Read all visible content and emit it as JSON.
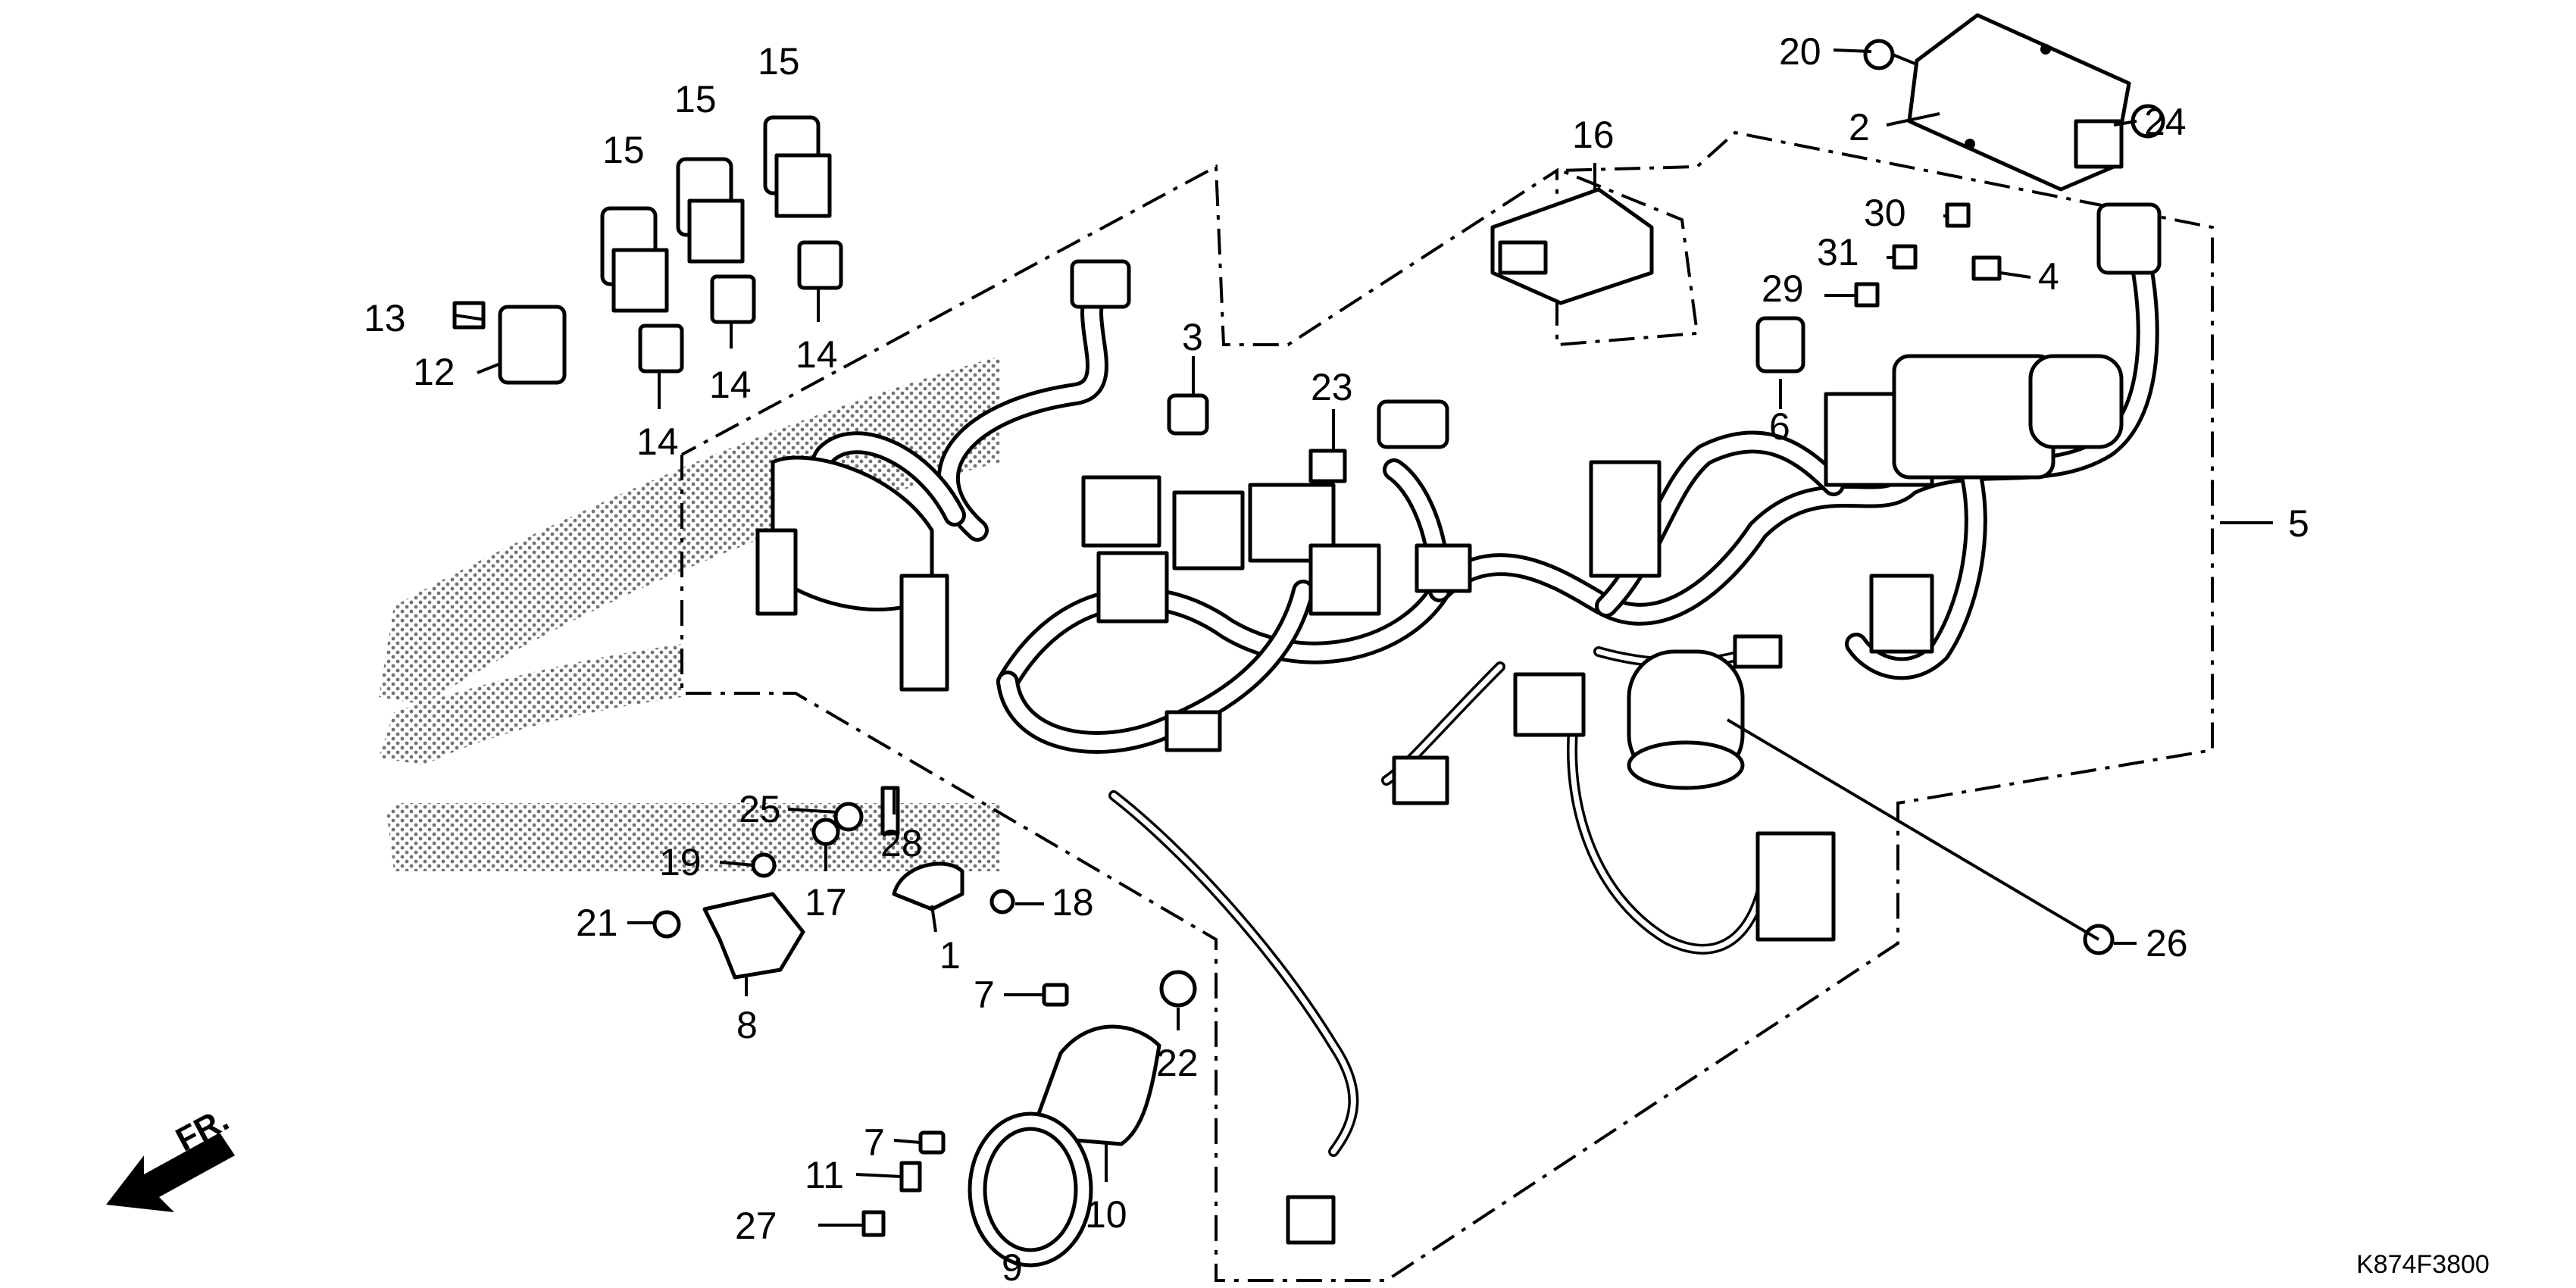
{
  "diagram": {
    "part_code": "K874F3800",
    "front_marker": "FR.",
    "callouts": [
      {
        "id": "c1",
        "label": "1"
      },
      {
        "id": "c2",
        "label": "2"
      },
      {
        "id": "c3",
        "label": "3"
      },
      {
        "id": "c4",
        "label": "4"
      },
      {
        "id": "c5",
        "label": "5"
      },
      {
        "id": "c6",
        "label": "6"
      },
      {
        "id": "c7a",
        "label": "7"
      },
      {
        "id": "c7b",
        "label": "7"
      },
      {
        "id": "c8",
        "label": "8"
      },
      {
        "id": "c9",
        "label": "9"
      },
      {
        "id": "c10",
        "label": "10"
      },
      {
        "id": "c11",
        "label": "11"
      },
      {
        "id": "c12",
        "label": "12"
      },
      {
        "id": "c13",
        "label": "13"
      },
      {
        "id": "c14a",
        "label": "14"
      },
      {
        "id": "c14b",
        "label": "14"
      },
      {
        "id": "c14c",
        "label": "14"
      },
      {
        "id": "c15a",
        "label": "15"
      },
      {
        "id": "c15b",
        "label": "15"
      },
      {
        "id": "c15c",
        "label": "15"
      },
      {
        "id": "c16",
        "label": "16"
      },
      {
        "id": "c17",
        "label": "17"
      },
      {
        "id": "c18",
        "label": "18"
      },
      {
        "id": "c19",
        "label": "19"
      },
      {
        "id": "c20",
        "label": "20"
      },
      {
        "id": "c21",
        "label": "21"
      },
      {
        "id": "c22",
        "label": "22"
      },
      {
        "id": "c23",
        "label": "23"
      },
      {
        "id": "c24",
        "label": "24"
      },
      {
        "id": "c25",
        "label": "25"
      },
      {
        "id": "c26",
        "label": "26"
      },
      {
        "id": "c27",
        "label": "27"
      },
      {
        "id": "c28",
        "label": "28"
      },
      {
        "id": "c29",
        "label": "29"
      },
      {
        "id": "c30",
        "label": "30"
      },
      {
        "id": "c31",
        "label": "31"
      }
    ]
  }
}
